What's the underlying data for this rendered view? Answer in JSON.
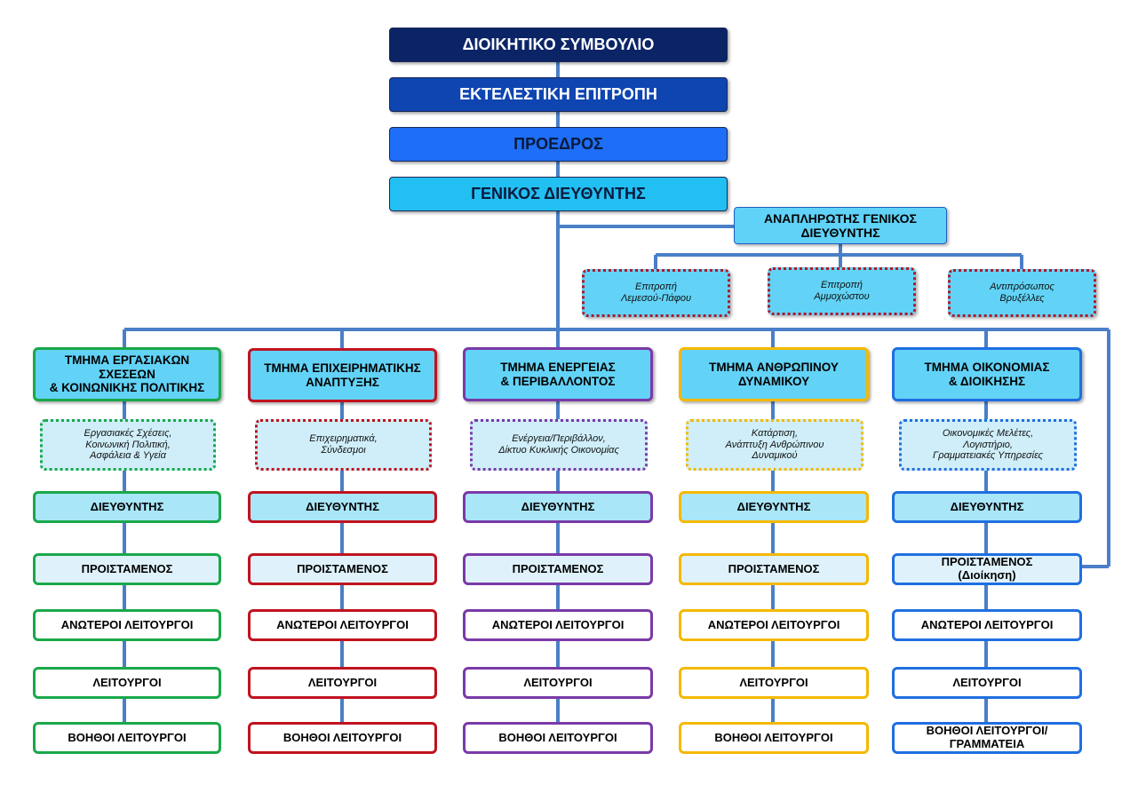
{
  "top": {
    "board": "ΔΙΟΙΚΗΤΙΚΟ ΣΥΜΒΟΥΛΙΟ",
    "executive": "ΕΚΤΕΛΕΣΤΙΚΗ ΕΠΙΤΡΟΠΗ",
    "president": "ΠΡΟΕΔΡΟΣ",
    "general_director": "ΓΕΝΙΚΟΣ ΔΙΕΥΘΥΝΤΗΣ",
    "deputy_general_director": "ΑΝΑΠΛΗΡΩΤΗΣ ΓΕΝΙΚΟΣ\nΔΙΕΥΘΥΝΤΗΣ"
  },
  "committees": [
    "Επιτροπή\nΛεμεσού-Πάφου",
    "Επιτροπή\nΑμμοχώστου",
    "Αντιπρόσωπος\nΒρυξέλλες"
  ],
  "departments": [
    {
      "title": "ΤΜΗΜΑ ΕΡΓΑΣΙΑΚΩΝ\nΣΧΕΣΕΩΝ\n& ΚΟΙΝΩΝΙΚΗΣ ΠΟΛΙΤΙΚΗΣ",
      "area": "Εργασιακές Σχέσεις,\nΚοινωνική Πολιτική,\nΑσφάλεια & Υγεία",
      "color": "#1aa84a",
      "levels": [
        "ΔΙΕΥΘΥΝΤΗΣ",
        "ΠΡΟΙΣΤΑΜΕΝΟΣ",
        "ΑΝΩΤΕΡΟΙ ΛΕΙΤΟΥΡΓΟΙ",
        "ΛΕΙΤΟΥΡΓΟΙ",
        "ΒΟΗΘΟΙ ΛΕΙΤΟΥΡΓΟΙ"
      ]
    },
    {
      "title": "ΤΜΗΜΑ ΕΠΙΧΕΙΡΗΜΑΤΙΚΗΣ\nΑΝΑΠΤΥΞΗΣ",
      "area": "Επιχειρηματικά,\nΣύνδεσμοι",
      "color": "#c0131f",
      "levels": [
        "ΔΙΕΥΘΥΝΤΗΣ",
        "ΠΡΟΙΣΤΑΜΕΝΟΣ",
        "ΑΝΩΤΕΡΟΙ ΛΕΙΤΟΥΡΓΟΙ",
        "ΛΕΙΤΟΥΡΓΟΙ",
        "ΒΟΗΘΟΙ ΛΕΙΤΟΥΡΓΟΙ"
      ]
    },
    {
      "title": "ΤΜΗΜΑ ΕΝΕΡΓΕΙΑΣ\n& ΠΕΡΙΒΑΛΛΟΝΤΟΣ",
      "area": "Ενέργεια/Περιβάλλον,\nΔίκτυο Κυκλικής Οικονομίας",
      "color": "#7a3aa8",
      "levels": [
        "ΔΙΕΥΘΥΝΤΗΣ",
        "ΠΡΟΙΣΤΑΜΕΝΟΣ",
        "ΑΝΩΤΕΡΟΙ ΛΕΙΤΟΥΡΓΟΙ",
        "ΛΕΙΤΟΥΡΓΟΙ",
        "ΒΟΗΘΟΙ ΛΕΙΤΟΥΡΓΟΙ"
      ]
    },
    {
      "title": "ΤΜΗΜΑ ΑΝΘΡΩΠΙΝΟΥ\nΔΥΝΑΜΙΚΟΥ",
      "area": "Κατάρτιση,\nΑνάπτυξη Ανθρώπινου\nΔυναμικού",
      "color": "#f5b800",
      "levels": [
        "ΔΙΕΥΘΥΝΤΗΣ",
        "ΠΡΟΙΣΤΑΜΕΝΟΣ",
        "ΑΝΩΤΕΡΟΙ ΛΕΙΤΟΥΡΓΟΙ",
        "ΛΕΙΤΟΥΡΓΟΙ",
        "ΒΟΗΘΟΙ ΛΕΙΤΟΥΡΓΟΙ"
      ]
    },
    {
      "title": "ΤΜΗΜΑ ΟΙΚΟΝΟΜΙΑΣ\n& ΔΙΟΙΚΗΣΗΣ",
      "area": "Οικονομικές Μελέτες,\nΛογιστήριο,\nΓραμματειακές Υπηρεσίες",
      "color": "#1f6fe0",
      "levels": [
        "ΔΙΕΥΘΥΝΤΗΣ",
        "ΠΡΟΙΣΤΑΜΕΝΟΣ\n(Διοίκηση)",
        "ΑΝΩΤΕΡΟΙ ΛΕΙΤΟΥΡΓΟΙ",
        "ΛΕΙΤΟΥΡΓΟΙ",
        "ΒΟΗΘΟΙ  ΛΕΙΤΟΥΡΓΟΙ/\nΓΡΑΜΜΑΤΕΙΑ"
      ]
    }
  ],
  "connector_color": "#4a7fc8"
}
